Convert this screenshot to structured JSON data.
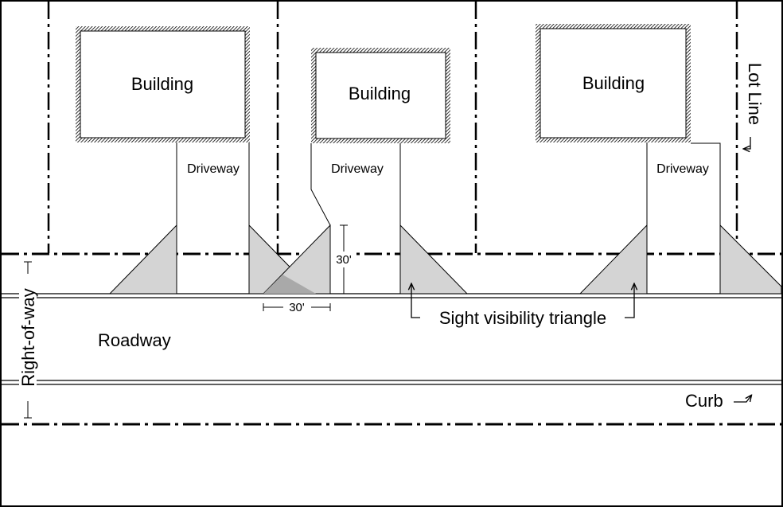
{
  "buildings": [
    {
      "label": "Building"
    },
    {
      "label": "Building"
    },
    {
      "label": "Building"
    }
  ],
  "driveways": [
    {
      "label": "Driveway"
    },
    {
      "label": "Driveway"
    },
    {
      "label": "Driveway"
    }
  ],
  "labels": {
    "lot_line": "Lot Line",
    "right_of_way": "Right-of-way",
    "roadway": "Roadway",
    "sight_triangle": "Sight visibility triangle",
    "curb": "Curb",
    "dim_vertical": "30'",
    "dim_horizontal": "30'"
  },
  "colors": {
    "triangle_fill": "#d4d4d4",
    "overlap_fill": "#a9a9a9",
    "line": "#000000"
  }
}
